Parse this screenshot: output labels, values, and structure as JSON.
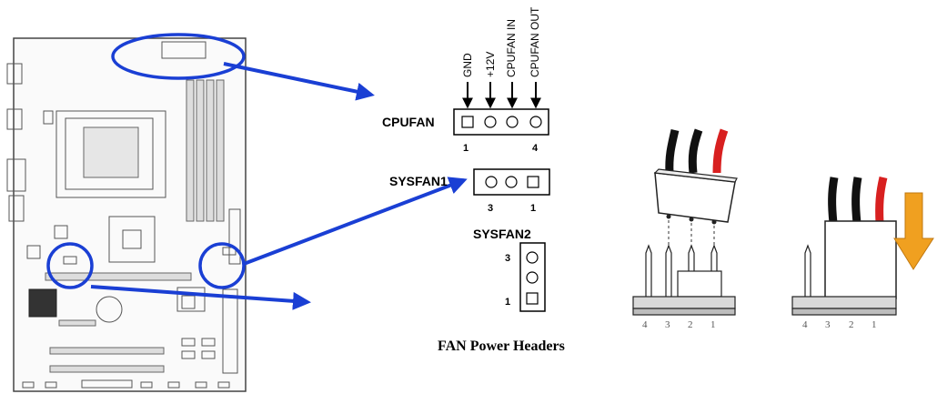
{
  "cpufan": {
    "label": "CPUFAN",
    "signals": [
      "GND",
      "+12V",
      "CPUFAN IN",
      "CPUFAN OUT"
    ],
    "pin_left": "1",
    "pin_right": "4"
  },
  "sysfan1": {
    "label": "SYSFAN1",
    "pin_left": "3",
    "pin_right": "1"
  },
  "sysfan2": {
    "label": "SYSFAN2",
    "pin_top": "3",
    "pin_bottom": "1"
  },
  "caption": "FAN Power Headers",
  "connector_pins": [
    "4",
    "3",
    "2",
    "1"
  ],
  "colors": {
    "highlight": "#1a3fd4",
    "arrow_orange": "#f0a020",
    "wire_red": "#d82020",
    "wire_black": "#111111"
  }
}
